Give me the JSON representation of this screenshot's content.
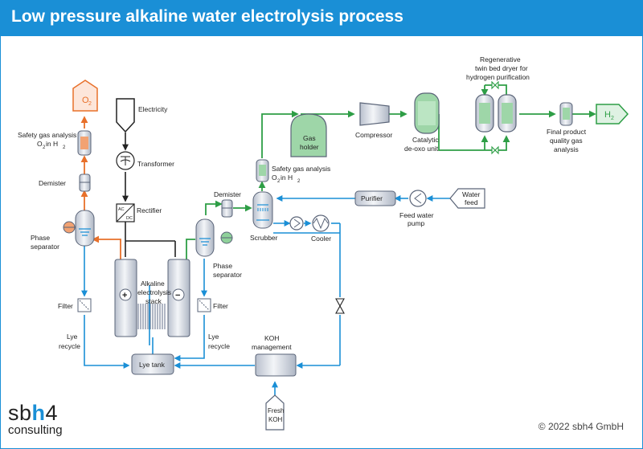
{
  "title": "Low pressure alkaline water electrolysis process",
  "labels": {
    "o2": "O",
    "o2_sub": "2",
    "electricity": "Electricity",
    "transformer": "Transformer",
    "rectifier": "Rectifier",
    "ac": "AC",
    "dc": "DC",
    "safety_o2_l1": "Safety gas analysis",
    "safety_o2_l2": "O",
    "safety_o2_l2_sub": "2",
    "safety_o2_l2_rest": " in H",
    "safety_o2_l2_sub2": "2",
    "demister_left": "Demister",
    "phase_sep_left_l1": "Phase",
    "phase_sep_left_l2": "separator",
    "filter_left": "Filter",
    "lye_recycle_left_l1": "Lye",
    "lye_recycle_left_l2": "recycle",
    "stack_l1": "Alkaline",
    "stack_l2": "electrolysis",
    "stack_l3": "stack",
    "plus": "+",
    "minus": "−",
    "lye_tank": "Lye tank",
    "demister_right": "Demister",
    "phase_sep_right_l1": "Phase",
    "phase_sep_right_l2": "separator",
    "filter_right": "Filter",
    "lye_recycle_right_l1": "Lye",
    "lye_recycle_right_l2": "recycle",
    "koh_l1": "KOH",
    "koh_l2": "management",
    "fresh_koh_l1": "Fresh",
    "fresh_koh_l2": "KOH",
    "safety_h2_l1": "Safety gas analysis",
    "scrubber": "Scrubber",
    "cooler": "Cooler",
    "purifier": "Purifier",
    "feed_pump_l1": "Feed water",
    "feed_pump_l2": "pump",
    "water_feed_l1": "Water",
    "water_feed_l2": "feed",
    "gas_holder_l1": "Gas",
    "gas_holder_l2": "holder",
    "compressor": "Compressor",
    "deoxo_l1": "Catalytic",
    "deoxo_l2": "de-oxo unit",
    "dryer_l1": "Regenerative",
    "dryer_l2": "twin bed dryer for",
    "dryer_l3": "hydrogen purification",
    "final_l1": "Final product",
    "final_l2": "quality gas",
    "final_l3": "analysis",
    "h2": "H",
    "h2_sub": "2"
  },
  "brand": {
    "prefix": "sb",
    "highlight": "h",
    "suffix": "4",
    "sub": "consulting"
  },
  "copyright": "© 2022 sbh4 GmbH",
  "colors": {
    "header": "#1a8fd6",
    "lye_line": "#1a8fd6",
    "o2_line": "#e8702a",
    "h2_line": "#2e9e46",
    "power_line": "#222222",
    "vessel_fill": "#e4e7ee",
    "vessel_stroke": "#5a6478"
  }
}
